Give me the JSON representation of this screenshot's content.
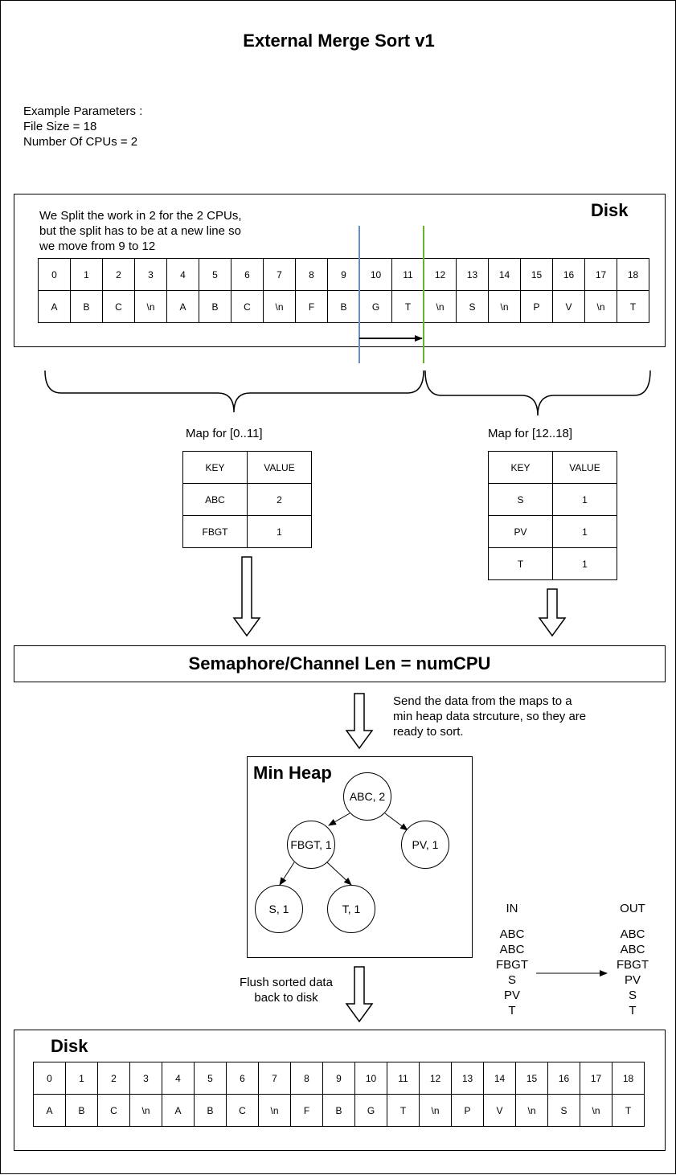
{
  "title": "External Merge Sort v1",
  "params": {
    "heading": "Example Parameters :",
    "file_size": "File Size = 18",
    "num_cpus": "Number Of CPUs = 2"
  },
  "disk_top": {
    "label": "Disk",
    "note": [
      "We Split the work in 2 for the 2 CPUs,",
      "but the split has to be at a new line so",
      "we move from 9 to 12"
    ],
    "indices": [
      "0",
      "1",
      "2",
      "3",
      "4",
      "5",
      "6",
      "7",
      "8",
      "9",
      "10",
      "11",
      "12",
      "13",
      "14",
      "15",
      "16",
      "17",
      "18"
    ],
    "values": [
      "A",
      "B",
      "C",
      "\\n",
      "A",
      "B",
      "C",
      "\\n",
      "F",
      "B",
      "G",
      "T",
      "\\n",
      "S",
      "\\n",
      "P",
      "V",
      "\\n",
      "T"
    ]
  },
  "map_left": {
    "label": "Map for [0..11]",
    "header": [
      "KEY",
      "VALUE"
    ],
    "rows": [
      [
        "ABC",
        "2"
      ],
      [
        "FBGT",
        "1"
      ]
    ]
  },
  "map_right": {
    "label": "Map for [12..18]",
    "header": [
      "KEY",
      "VALUE"
    ],
    "rows": [
      [
        "S",
        "1"
      ],
      [
        "PV",
        "1"
      ],
      [
        "T",
        "1"
      ]
    ]
  },
  "semaphore": "Semaphore/Channel Len = numCPU",
  "send_note": [
    "Send the data from the maps to a",
    "min heap data strcuture, so they are",
    "ready to sort."
  ],
  "heap": {
    "title": "Min Heap",
    "nodes": [
      "ABC, 2",
      "FBGT, 1",
      "PV, 1",
      "S, 1",
      "T, 1"
    ]
  },
  "flush_note": [
    "Flush sorted data",
    "back to disk"
  ],
  "in_col": {
    "label": "IN",
    "items": [
      "ABC",
      "ABC",
      "FBGT",
      "S",
      "PV",
      "T"
    ]
  },
  "out_col": {
    "label": "OUT",
    "items": [
      "ABC",
      "ABC",
      "FBGT",
      "PV",
      "S",
      "T"
    ]
  },
  "disk_bottom": {
    "label": "Disk",
    "indices": [
      "0",
      "1",
      "2",
      "3",
      "4",
      "5",
      "6",
      "7",
      "8",
      "9",
      "10",
      "11",
      "12",
      "13",
      "14",
      "15",
      "16",
      "17",
      "18"
    ],
    "values": [
      "A",
      "B",
      "C",
      "\\n",
      "A",
      "B",
      "C",
      "\\n",
      "F",
      "B",
      "G",
      "T",
      "\\n",
      "P",
      "V",
      "\\n",
      "S",
      "\\n",
      "T"
    ]
  },
  "colors": {
    "split_blue": "#6c8ebf",
    "split_green": "#66b32e"
  }
}
